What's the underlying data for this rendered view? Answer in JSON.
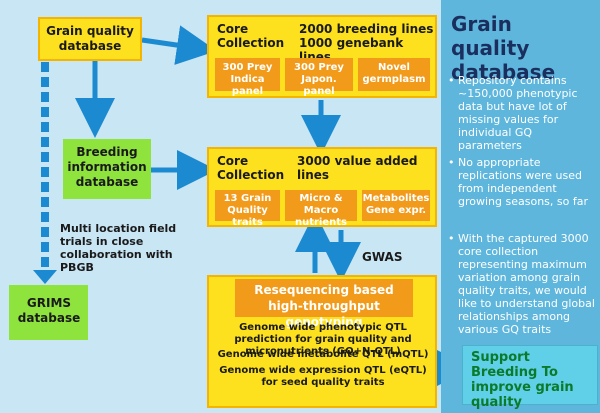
{
  "grain_quality_db": "Grain quality database",
  "core1": {
    "title": "Core Collection",
    "lines1": "2000 breeding lines",
    "lines2": "1000 genebank lines",
    "sub": [
      "300 Prey Indica panel",
      "300 Prey Japon. panel",
      "Novel germplasm"
    ]
  },
  "breeding_db": "Breeding information database",
  "core2": {
    "title": "Core Collection",
    "lines": "3000 value added lines",
    "sub": [
      "13 Grain Quality traits",
      "Micro & Macro nutrients",
      "Metabolites Gene expr."
    ]
  },
  "multi_location": "Multi location field trials in close collaboration with PBGB",
  "grims": "GRIMS database",
  "gwas": "GWAS",
  "reseq": {
    "title": "Resequencing based high-throughput genotyping",
    "items": [
      "Genome wide phenotypic QTL prediction for grain quality and micronutrients (GQ+N-QTL)",
      "Genome wide metabolite QTL (mQTL)",
      "Genome wide expression QTL (eQTL) for seed quality traits"
    ]
  },
  "panel": {
    "title": "Grain quality database",
    "bullets": [
      "Repository contains ~150,000 phenotypic data but have lot of missing values for individual GQ parameters",
      "No appropriate replications were used from independent growing seasons, so far",
      "With the captured 3000 core collection representing maximum variation among grain quality traits, we would like to understand global relationships among various GQ traits"
    ]
  },
  "support": "Support Breeding To improve grain quality",
  "colors": {
    "arrow": "#1c8ad0",
    "yellow": "#fde11e",
    "orange": "#f29a1a",
    "green": "#8fe33d",
    "panel": "#5fb6dd"
  }
}
